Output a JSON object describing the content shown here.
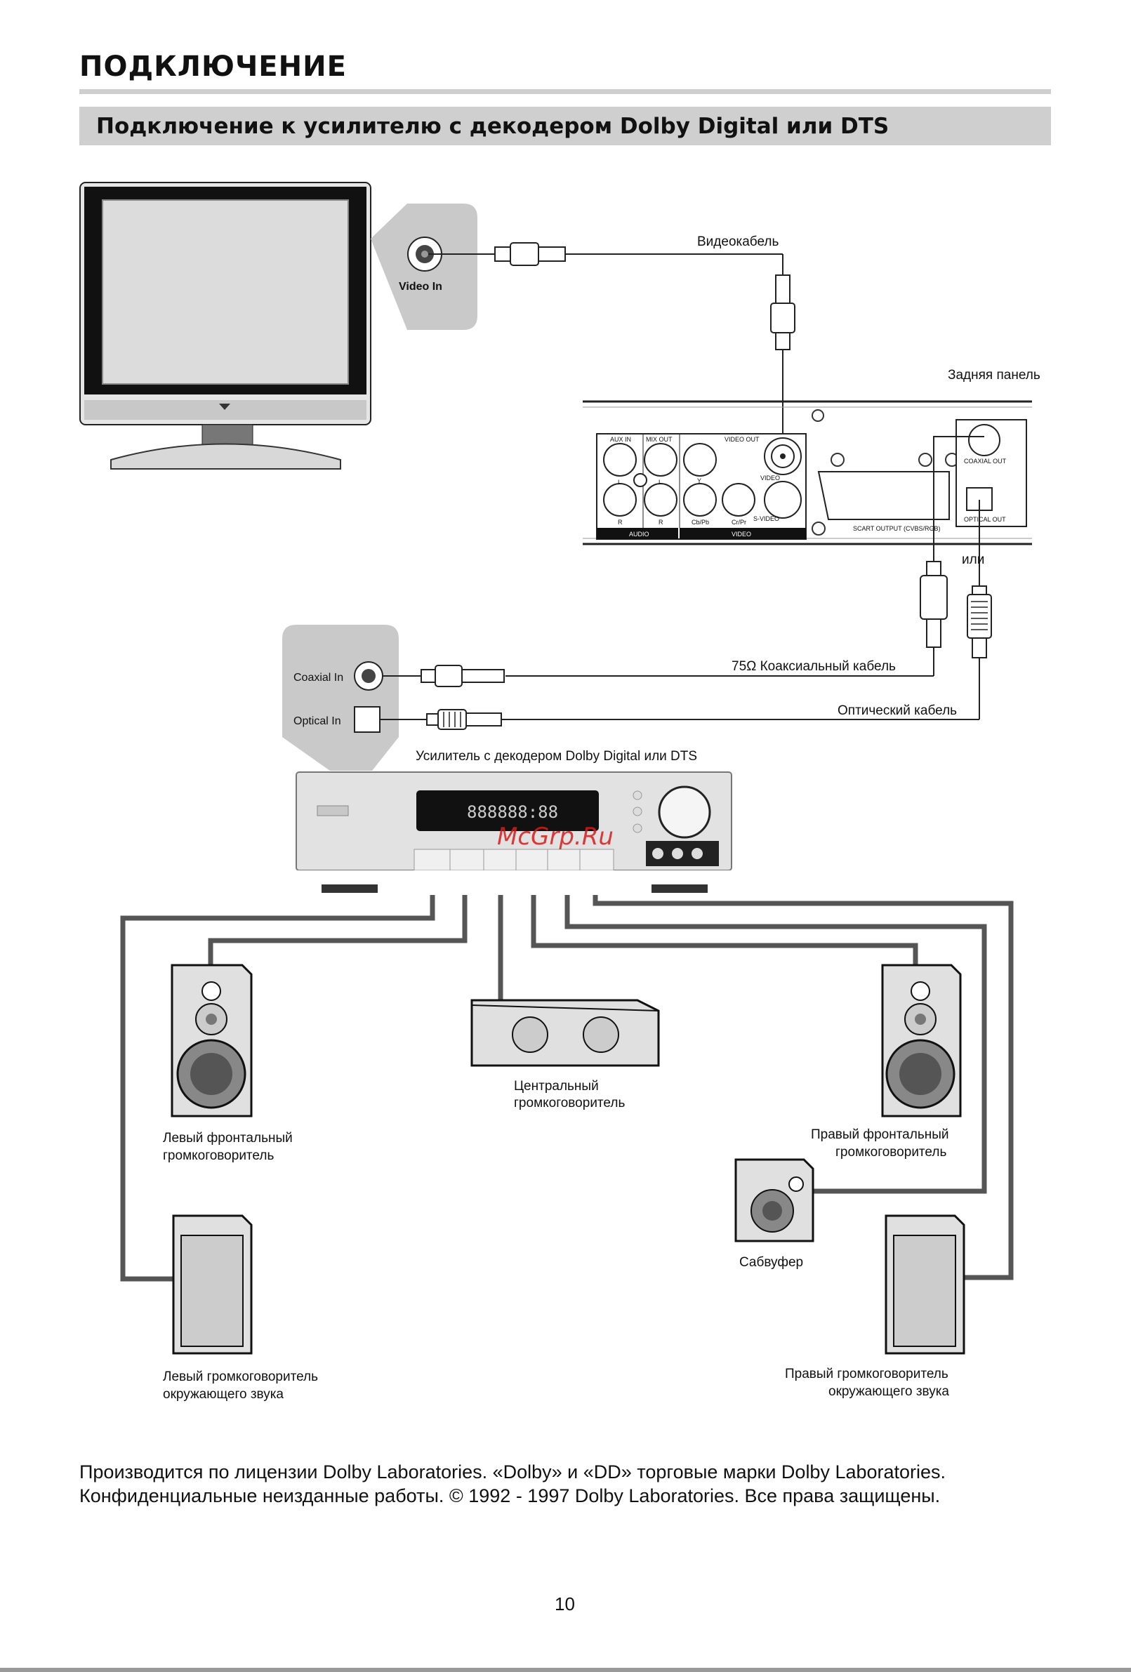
{
  "page": {
    "title": "ПОДКЛЮЧЕНИЕ",
    "section_title": "Подключение к усилителю с декодером Dolby Digital или DTS",
    "page_number": "10"
  },
  "diagram": {
    "tv": {
      "video_in": "Video In"
    },
    "cables": {
      "video": "Видеокабель",
      "coaxial": "75Ω  Коаксиальный кабель",
      "optical": "Оптический кабель",
      "or": "или"
    },
    "rear_panel": {
      "label": "Задняя панель",
      "aux_in": "AUX IN",
      "mix_out": "MIX OUT",
      "video_out": "VIDEO OUT",
      "audio": "AUDIO",
      "video": "VIDEO",
      "video_jack": "VIDEO",
      "svideo": "S-VIDEO",
      "y": "Y",
      "cb": "Cb/Pb",
      "cr": "Cr/Pr",
      "l": "L",
      "r": "R",
      "scart": "SCART OUTPUT (CVBS/RGB)",
      "coaxial_out": "COAXIAL OUT",
      "optical_out": "OPTICAL OUT"
    },
    "amplifier": {
      "label": "Усилитель с декодером Dolby Digital или DTS",
      "coaxial_in": "Coaxial In",
      "optical_in": "Optical In",
      "display": "888888:88"
    },
    "speakers": {
      "front_left": [
        "Левый фронтальный",
        "громкоговоритель"
      ],
      "center": [
        "Центральный",
        "громкоговоритель"
      ],
      "front_right": [
        "Правый фронтальный",
        "громкоговоритель"
      ],
      "subwoofer": "Сабвуфер",
      "surround_left": [
        "Левый громкоговоритель",
        "окружающего звука"
      ],
      "surround_right": [
        "Правый громкоговоритель",
        "окружающего звука"
      ]
    },
    "watermark": "McGrp.Ru"
  },
  "footnote": {
    "line1": "Производится по лицензии Dolby Laboratories. «Dolby» и «DD» торговые марки Dolby Laboratories.",
    "line2": "Конфиденциальные неизданные работы. © 1992 - 1997 Dolby Laboratories. Все права защищены."
  },
  "colors": {
    "section_bar": "#cfcfcf",
    "watermark": "#d91a1a",
    "wire": "#555555"
  }
}
